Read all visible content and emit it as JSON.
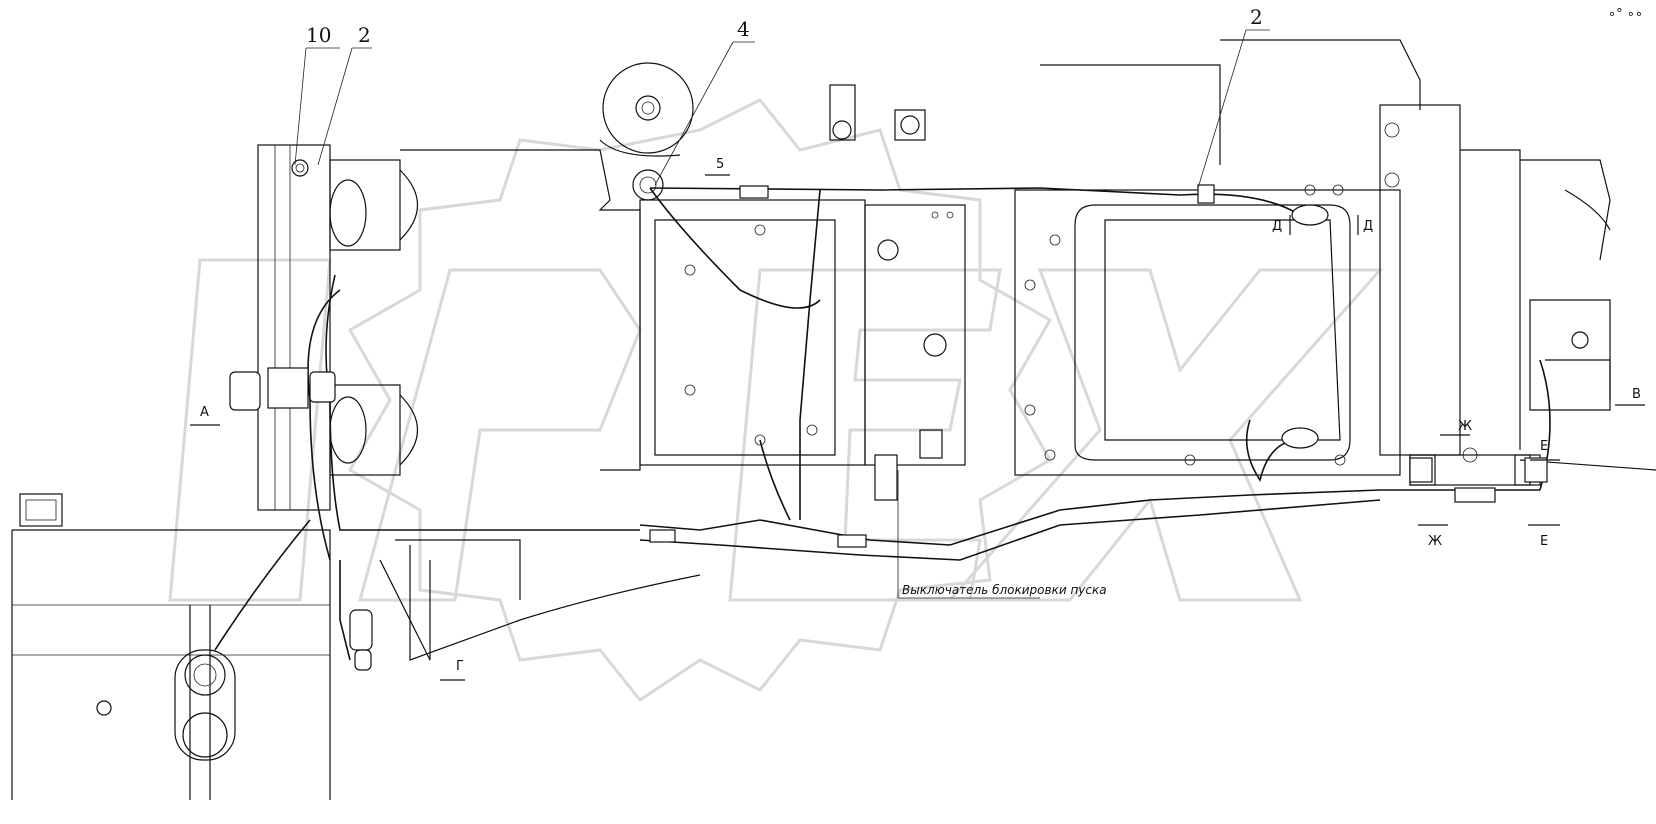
{
  "callouts": {
    "c10": "10",
    "c2_left": "2",
    "c4": "4",
    "c2_right": "2",
    "c5": "5"
  },
  "view_markers": {
    "a": "А",
    "v": "В",
    "g": "Г",
    "d_left": "Д",
    "d_right": "Д",
    "zh_top": "Ж",
    "zh_bottom": "Ж",
    "e_top": "Е",
    "e_bottom": "Е"
  },
  "note_label": "Выключатель блокировки пуска",
  "corner_mark": "∘° ∘∘"
}
